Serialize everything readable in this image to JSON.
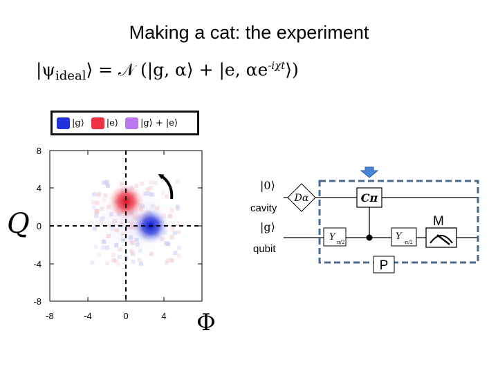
{
  "slide": {
    "title": "Making a cat: the experiment",
    "equation": {
      "lhs": "|ψ",
      "lhs_sub": "ideal",
      "lhs_close": "⟩ = 𝒩 (|g, α⟩ + |e, αe",
      "exponent": "-iχt",
      "rhs_close": "⟩)"
    }
  },
  "legend": {
    "items": [
      {
        "label": "|g⟩",
        "color": "#2233dd"
      },
      {
        "label": "|e⟩",
        "color": "#ee3344"
      },
      {
        "label": "|g⟩ + |e⟩",
        "color": "#bb77ee"
      }
    ]
  },
  "plot": {
    "y_axis_label": "Q",
    "x_axis_label": "Φ",
    "x_ticks": [
      "-8",
      "-4",
      "0",
      "4"
    ],
    "y_ticks": [
      "8",
      "4",
      "0",
      "-4",
      "-8"
    ],
    "xlim": [
      -8,
      8
    ],
    "ylim": [
      -8,
      8
    ],
    "blobs": [
      {
        "state": "|e⟩",
        "x": 0,
        "y": 2.6,
        "color": "#ee3344"
      },
      {
        "state": "|g⟩",
        "x": 2.6,
        "y": 0,
        "color": "#2233dd"
      }
    ],
    "rotation_arrow": "counter-clockwise"
  },
  "circuit": {
    "cavity_ket": "|0⟩",
    "cavity_label": "cavity",
    "qubit_ket": "|g⟩",
    "qubit_label": "qubit",
    "displacement_gate": "Dα",
    "pre_pulse": "Y",
    "pre_pulse_sub": "π/2",
    "post_pulse": "Y",
    "post_pulse_sub": "-π/2",
    "conditional_gate": "Cπ",
    "measurement_label": "M",
    "box_label": "P"
  }
}
